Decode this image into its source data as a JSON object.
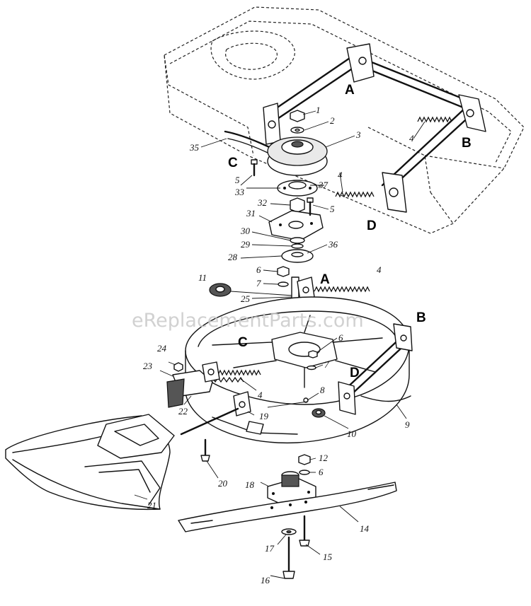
{
  "watermark": "eReplacementParts.com",
  "part_numbers": [
    "1",
    "2",
    "3",
    "4",
    "5",
    "6",
    "7",
    "8",
    "9",
    "10",
    "11",
    "12",
    "14",
    "15",
    "16",
    "17",
    "18",
    "19",
    "20",
    "21",
    "22",
    "23",
    "24",
    "25",
    "28",
    "29",
    "30",
    "31",
    "32",
    "33",
    "35",
    "36",
    "37"
  ],
  "labels": {
    "p1": "1",
    "p2": "2",
    "p3": "3",
    "p4a": "4",
    "p4b": "4",
    "p4c": "4",
    "p4d": "4",
    "p5a": "5",
    "p5b": "5",
    "p6a": "6",
    "p6b": "6",
    "p6c": "6",
    "p7a": "7",
    "p7b": "7",
    "p8": "8",
    "p9": "9",
    "p10": "10",
    "p11": "11",
    "p12": "12",
    "p14": "14",
    "p15": "15",
    "p16": "16",
    "p17": "17",
    "p18": "18",
    "p19": "19",
    "p20": "20",
    "p21": "21",
    "p22": "22",
    "p23": "23",
    "p24": "24",
    "p25": "25",
    "p28": "28",
    "p29": "29",
    "p30": "30",
    "p31": "31",
    "p32": "32",
    "p33": "33",
    "p35": "35",
    "p36": "36",
    "p37": "37"
  },
  "letters": {
    "a_top": "A",
    "b_top": "B",
    "c_top": "C",
    "d_top": "D",
    "a_mid": "A",
    "b_mid": "B",
    "c_mid": "C",
    "d_mid": "D"
  }
}
